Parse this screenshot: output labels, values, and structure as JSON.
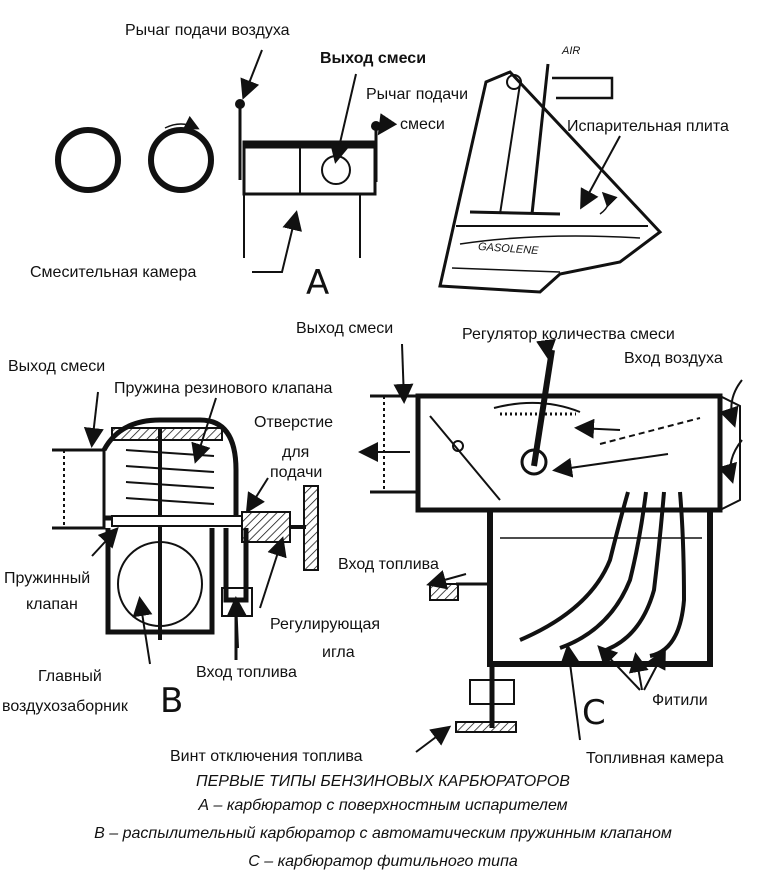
{
  "panel_a": {
    "air_lever": "Рычаг подачи воздуха",
    "mixture_outlet": "Выход смеси",
    "mixture_lever_1": "Рычаг подачи",
    "mixture_lever_2": "смеси",
    "vaporizer_plate": "Испарительная плита",
    "mixing_chamber": "Смесительная камера",
    "letter": "A",
    "air_sketch": "AIR",
    "gasolene_sketch": "GASOLENE"
  },
  "panel_b": {
    "mixture_outlet": "Выход смеси",
    "spring_valve_spring": "Пружина резинового клапана",
    "hole_1": "Отверстие",
    "hole_2": "для",
    "hole_3": "подачи",
    "spring_valve_1": "Пружинный",
    "spring_valve_2": "клапан",
    "main_intake_1": "Главный",
    "main_intake_2": "воздухозаборник",
    "letter": "B",
    "adj_needle_1": "Регулирующая",
    "adj_needle_2": "игла",
    "fuel_inlet": "Вход топлива"
  },
  "panel_c": {
    "mixture_outlet": "Выход смеси",
    "mixture_regulator": "Регулятор количества смеси",
    "air_inlet": "Вход воздуха",
    "fuel_inlet": "Вход топлива",
    "wicks": "Фитили",
    "fuel_chamber": "Топливная камера",
    "shutoff_screw": "Винт отключения топлива",
    "letter": "C"
  },
  "caption": {
    "title": "ПЕРВЫЕ ТИПЫ БЕНЗИНОВЫХ КАРБЮРАТОРОВ",
    "line_a": "А – карбюратор с поверхностным испарителем",
    "line_b": "В – распылительный карбюратор с автоматическим пружинным клапаном",
    "line_c": "С – карбюратор фитильного типа"
  }
}
